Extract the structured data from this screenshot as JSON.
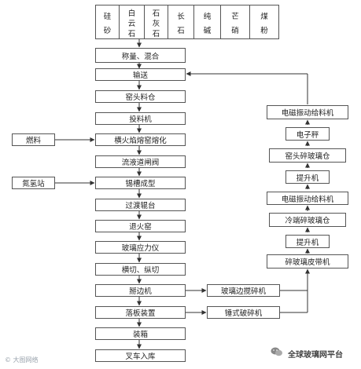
{
  "raw_materials": [
    {
      "id": "silica-sand",
      "lines": [
        "硅",
        "砂"
      ]
    },
    {
      "id": "dolomite",
      "lines": [
        "白",
        "云",
        "石"
      ]
    },
    {
      "id": "limestone",
      "lines": [
        "石",
        "灰",
        "石"
      ]
    },
    {
      "id": "feldspar",
      "lines": [
        "长",
        "石"
      ]
    },
    {
      "id": "soda-ash",
      "lines": [
        "纯",
        "碱"
      ]
    },
    {
      "id": "mirabilite",
      "lines": [
        "芒",
        "硝"
      ]
    },
    {
      "id": "coal-powder",
      "lines": [
        "煤",
        "粉"
      ]
    }
  ],
  "main_flow": {
    "weigh_mix": "称量、混合",
    "convey": "输送",
    "kiln_silo": "窑头料仓",
    "feeder": "投料机",
    "furnace": "横火焰熔窑熔化",
    "flow_gate": "流液道闸阀",
    "tin_bath": "锡槽成型",
    "transition_roller": "过渡辊台",
    "annealing_lehr": "退火窑",
    "stress_meter": "玻璃应力仪",
    "cutting": "横切、纵切",
    "edge_breaker": "掰边机",
    "stacking": "落板装置",
    "packing": "装箱",
    "forklift": "叉车入库"
  },
  "side_inputs": {
    "fuel": "燃料",
    "nitrogen_hydrogen": "氮氢站"
  },
  "cullet_loop": {
    "edge_crusher": "玻璃边搅碎机",
    "hammer_crusher": "锤式破碎机",
    "cullet_belt": "碎玻璃皮带机",
    "elevator_1": "提升机",
    "cold_cullet_silo": "冷端碎玻璃仓",
    "vibrating_feeder_1": "电磁振动给料机",
    "elevator_2": "提升机",
    "kiln_cullet_silo": "窑头碎玻璃仓",
    "electronic_scale": "电子秤",
    "vibrating_feeder_2": "电磁振动给料机"
  },
  "watermarks": {
    "left": "© 大图网络",
    "right": "全球玻璃网平台"
  }
}
